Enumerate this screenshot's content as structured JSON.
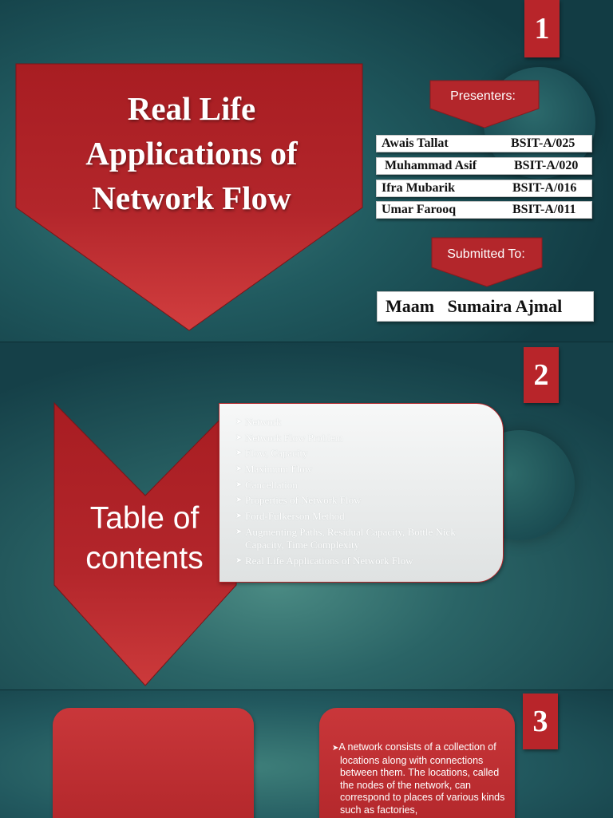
{
  "slide1": {
    "number": "1",
    "title": "Real  Life\nApplications of\nNetwork  Flow",
    "presenters_label": "Presenters:",
    "presenters": [
      {
        "name": "Awais Tallat",
        "id": "BSIT-A/025"
      },
      {
        "name": " Muhammad Asif",
        "id": "BSIT-A/020"
      },
      {
        "name": "Ifra Mubarik",
        "id": "BSIT-A/016"
      },
      {
        "name": "Umar Farooq",
        "id": "BSIT-A/011"
      }
    ],
    "submitted_label": "Submitted To:",
    "supervisor": "Maam   Sumaira Ajmal"
  },
  "slide2": {
    "number": "2",
    "heading": "Table of\ncontents",
    "toc": [
      "Network",
      "Network Flow Problem",
      "Flow, Capacity",
      "Maximum Flow",
      "Cancellation",
      "Properties of Network Flow",
      "Ford-Fulkerson Method",
      "Augmenting Paths, Residual Capacity, Bottle Nick Capacity, Time Complexity",
      "Real Life Applications of Network Flow"
    ]
  },
  "slide3": {
    "number": "3",
    "body": "A network  consists of a collection of locations along with connections between them. The locations, called the nodes  of the network, can correspond to places of various kinds such as factories,"
  },
  "colors": {
    "accent_red": "#b8252a",
    "background_teal": "#1c4f55",
    "box_white": "#ffffff"
  },
  "icons": {
    "bullet": "arrowhead-bullet"
  }
}
